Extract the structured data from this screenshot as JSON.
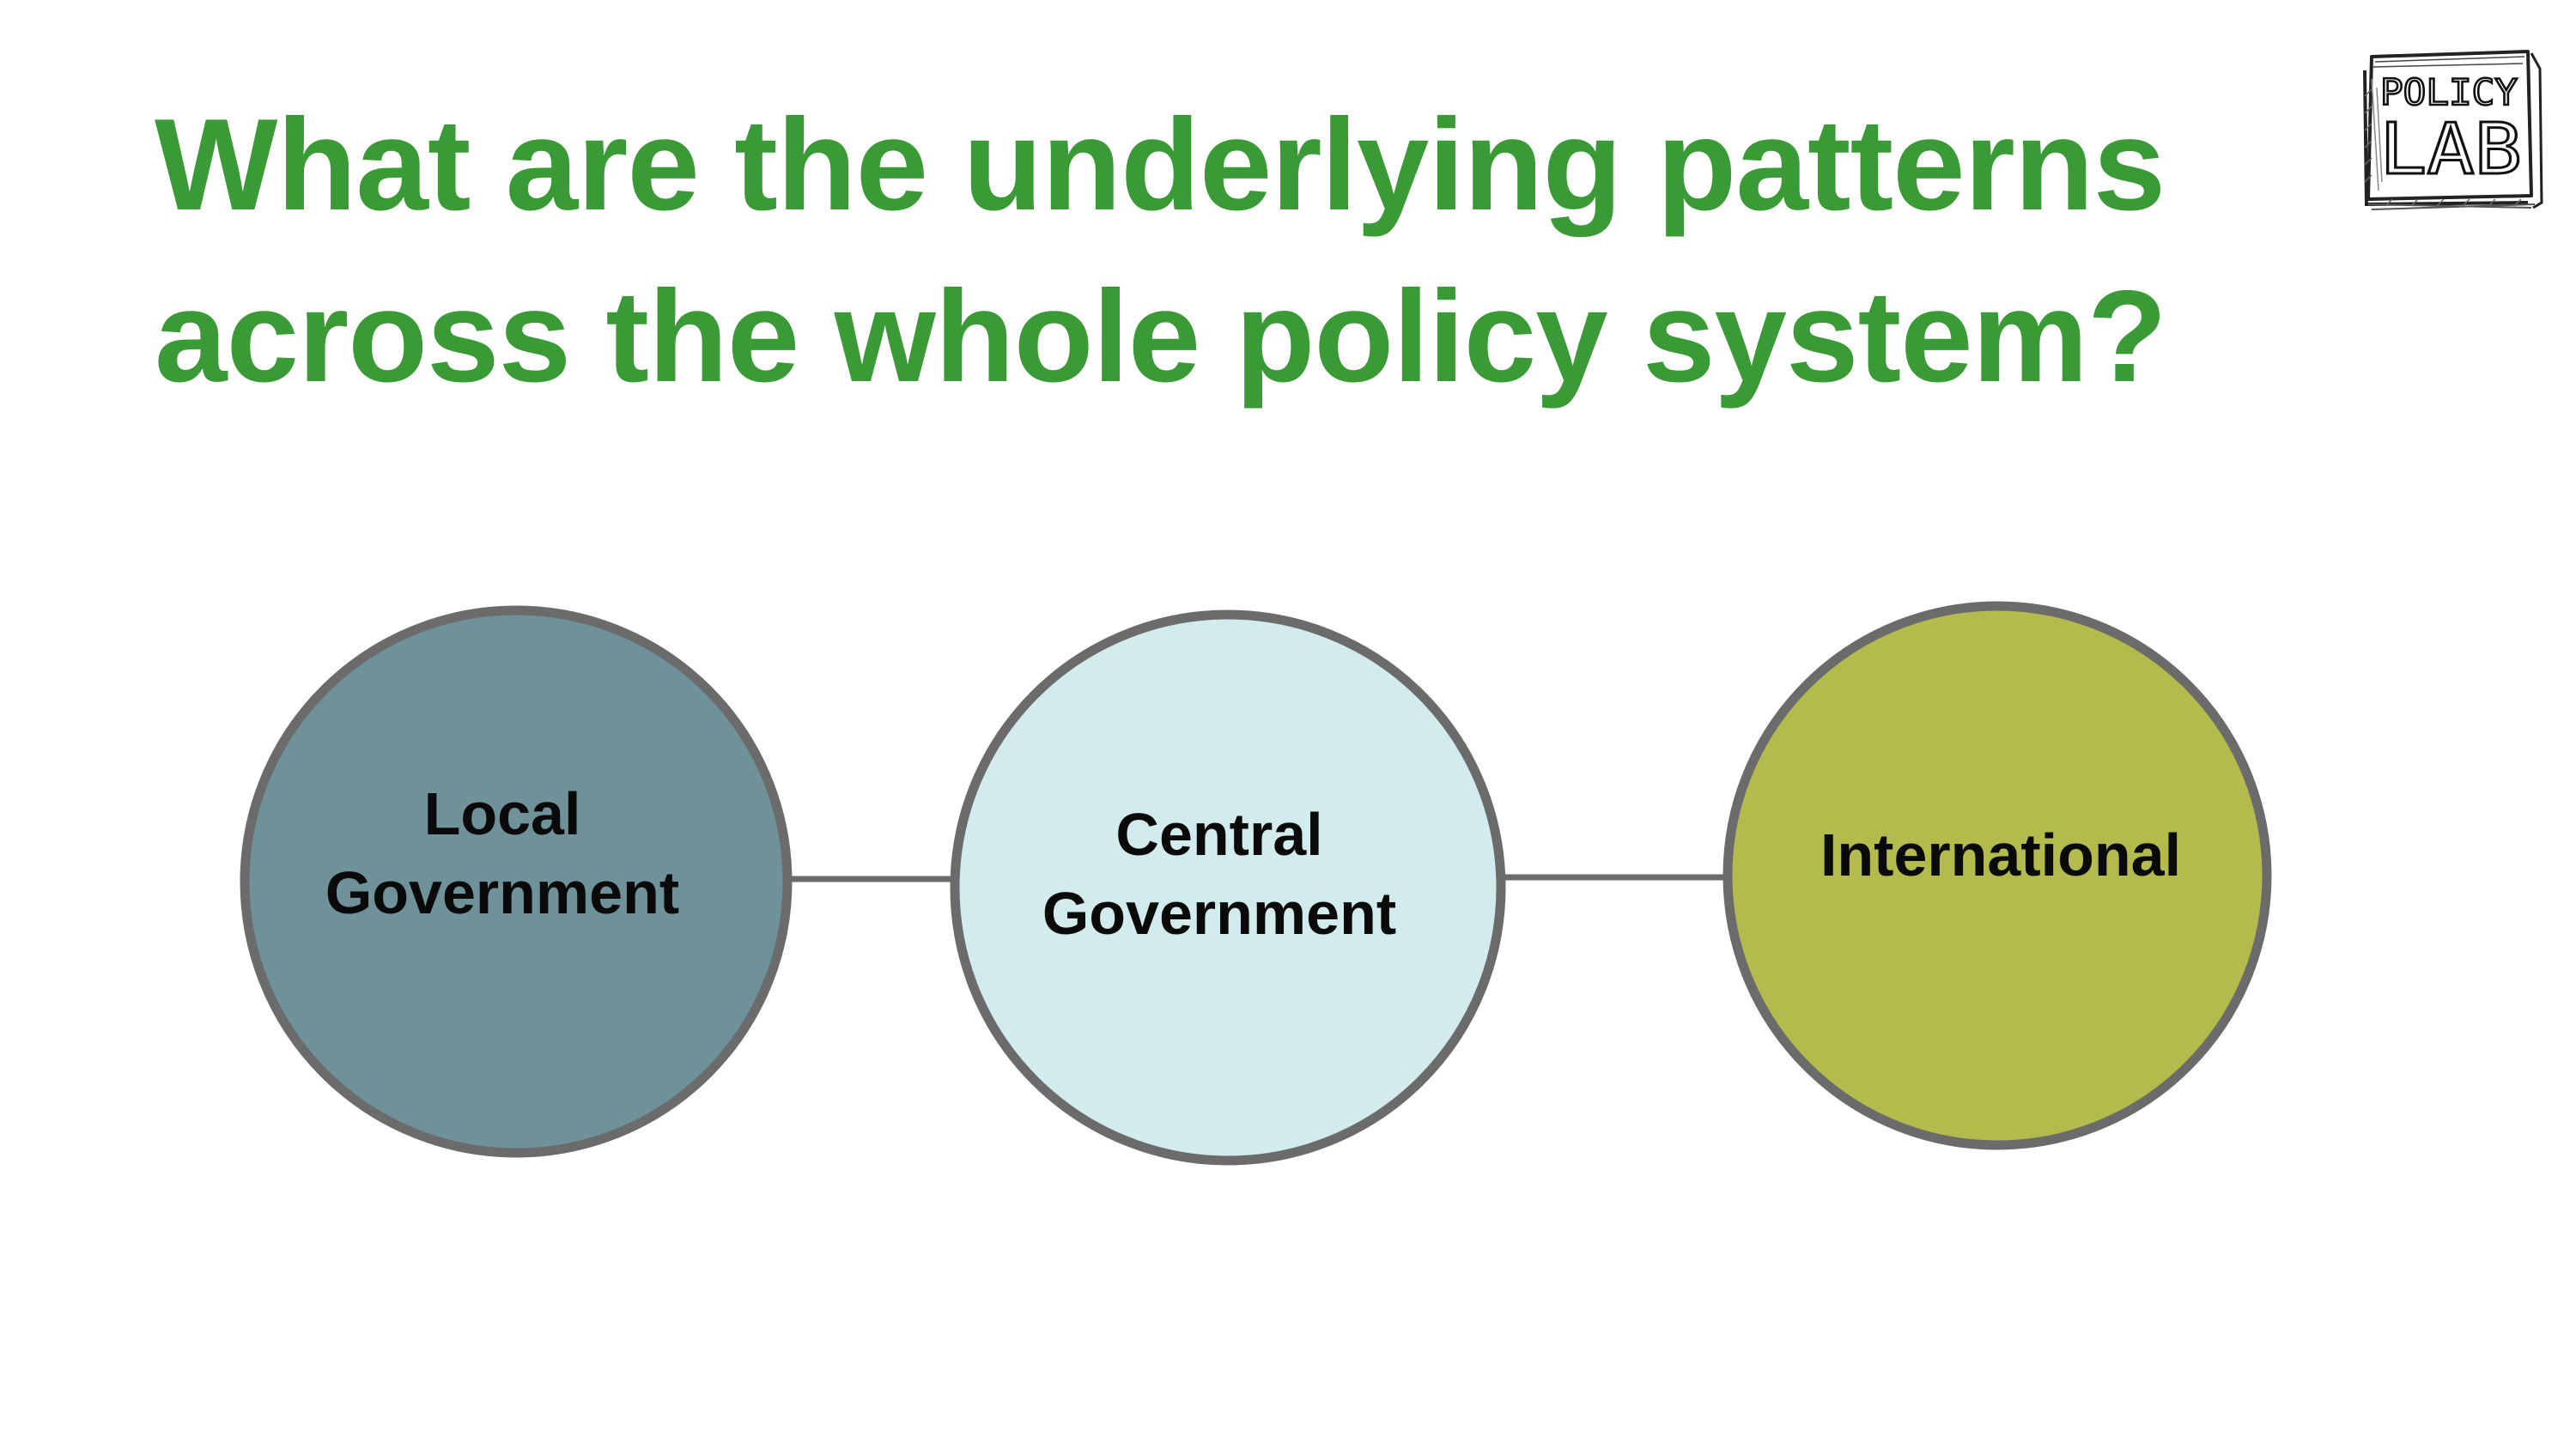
{
  "slide": {
    "title_lines": [
      "What are the underlying patterns",
      "across the whole policy system?"
    ],
    "title_color": "#3a9a35"
  },
  "logo": {
    "icon": "policy-lab-logo-icon",
    "text_top": "POLICY",
    "text_bottom": "LAB"
  },
  "diagram": {
    "nodes": [
      {
        "id": "local",
        "lines": [
          "Local",
          "Government"
        ],
        "fill": "#6e919a"
      },
      {
        "id": "central",
        "lines": [
          "Central",
          "Government"
        ],
        "fill": "#d2ebec"
      },
      {
        "id": "international",
        "lines": [
          "International"
        ],
        "fill": "#b2bb4c"
      }
    ],
    "edges": [
      {
        "from": "local",
        "to": "central"
      },
      {
        "from": "central",
        "to": "international"
      }
    ],
    "outline_color": "#6b6b6b"
  }
}
